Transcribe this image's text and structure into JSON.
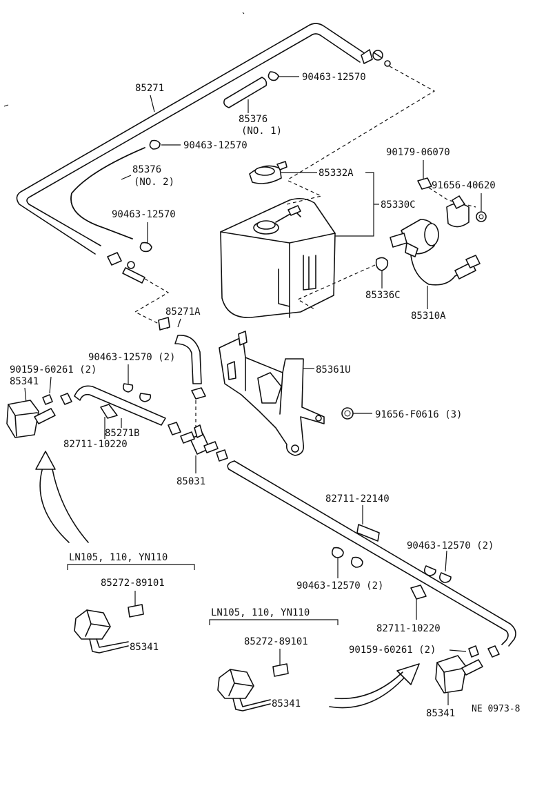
{
  "labels": {
    "p85271": "85271",
    "p90463_12570_a": "90463-12570",
    "p85376_1": "85376",
    "p85376_1_sub": "(NO. 1)",
    "p90463_12570_b": "90463-12570",
    "p85376_2": "85376",
    "p85376_2_sub": "(NO. 2)",
    "p90179_06070": "90179-06070",
    "p85332A": "85332A",
    "p91656_40620": "91656-40620",
    "p85330C": "85330C",
    "p90463_12570_c": "90463-12570",
    "p85336C": "85336C",
    "p85310A": "85310A",
    "p85271A": "85271A",
    "p90159_60261_2a": "90159-60261 (2)",
    "p90463_12570_2a": "90463-12570 (2)",
    "p85361U": "85361U",
    "p85341_a": "85341",
    "p85271B": "85271B",
    "p82711_10220_a": "82711-10220",
    "p91656_F0616": "91656-F0616 (3)",
    "p85031": "85031",
    "p82711_22140": "82711-22140",
    "p90463_12570_2b": "90463-12570 (2)",
    "p90463_12570_2c": "90463-12570 (2)",
    "variant_a": "LN105, 110, YN110",
    "p85272_89101_a": "85272-89101",
    "p85341_b": "85341",
    "p82711_10220_b": "82711-10220",
    "variant_b": "LN105, 110, YN110",
    "p90159_60261_2b": "90159-60261 (2)",
    "p85272_89101_b": "85272-89101",
    "p85341_c": "85341",
    "p85341_d": "85341",
    "figure_code": "NE 0973-8"
  },
  "colors": {
    "ink": "#111111",
    "paper": "#ffffff"
  }
}
